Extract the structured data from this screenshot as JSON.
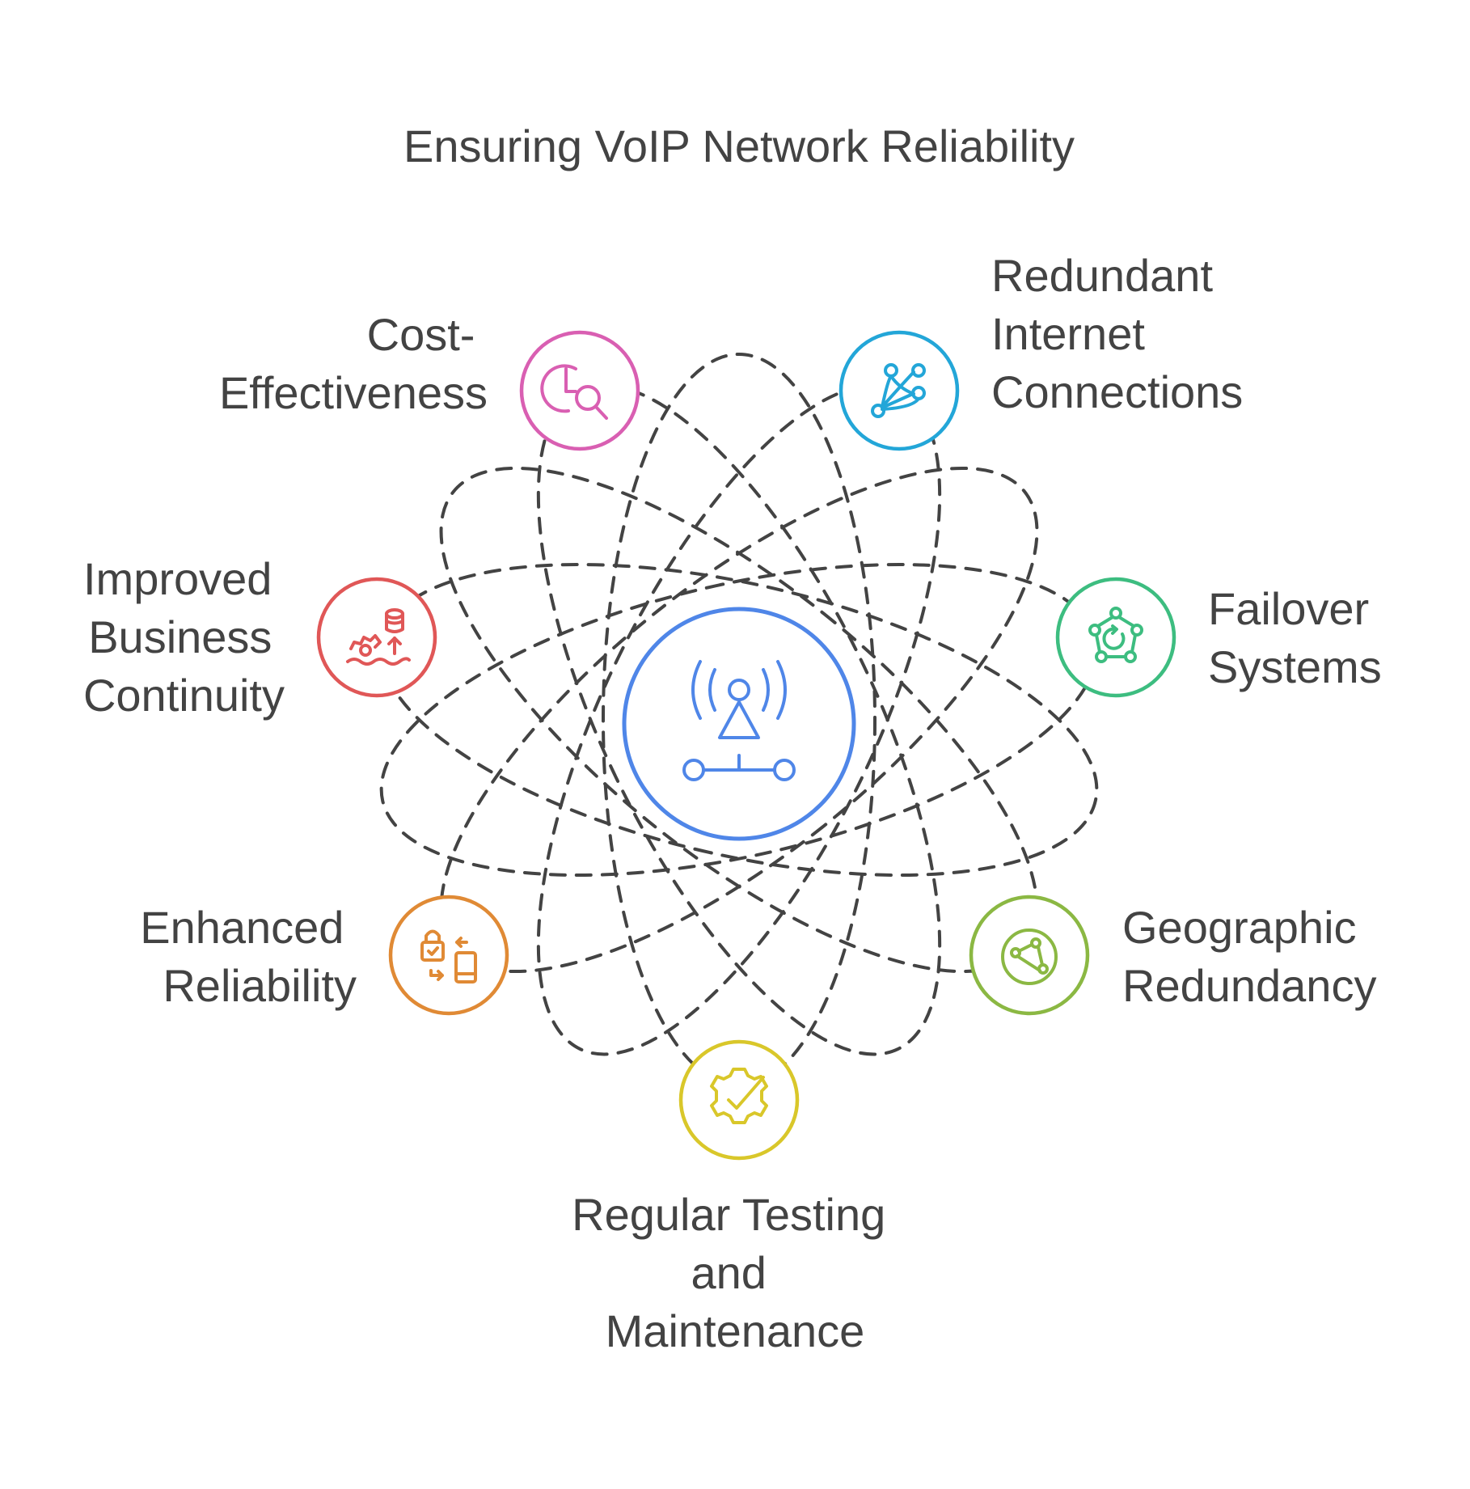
{
  "title": "Ensuring VoIP Network Reliability",
  "center": {
    "icon": "broadcast-tower-icon",
    "color": "#4f86e8"
  },
  "nodes": [
    {
      "id": "cost",
      "icon": "pie-chart-magnify-icon",
      "color": "#d95fb2",
      "lines": [
        "Cost-",
        "Effectiveness"
      ]
    },
    {
      "id": "redundant",
      "icon": "network-nodes-icon",
      "color": "#23a6d8",
      "lines": [
        "Redundant",
        "Internet",
        "Connections"
      ]
    },
    {
      "id": "continuity",
      "icon": "database-growth-icon",
      "color": "#e05757",
      "lines": [
        "Improved",
        "Business",
        "Continuity"
      ]
    },
    {
      "id": "failover",
      "icon": "failover-cycle-icon",
      "color": "#3dbd80",
      "lines": [
        "Failover",
        "Systems"
      ]
    },
    {
      "id": "enhanced",
      "icon": "lock-device-sync-icon",
      "color": "#e08a35",
      "lines": [
        "Enhanced",
        "Reliability"
      ]
    },
    {
      "id": "geographic",
      "icon": "globe-nodes-icon",
      "color": "#8bb843",
      "lines": [
        "Geographic",
        "Redundancy"
      ]
    },
    {
      "id": "testing",
      "icon": "gear-check-icon",
      "color": "#d9c72a",
      "lines": [
        "Regular Testing",
        "and",
        "Maintenance"
      ]
    }
  ]
}
